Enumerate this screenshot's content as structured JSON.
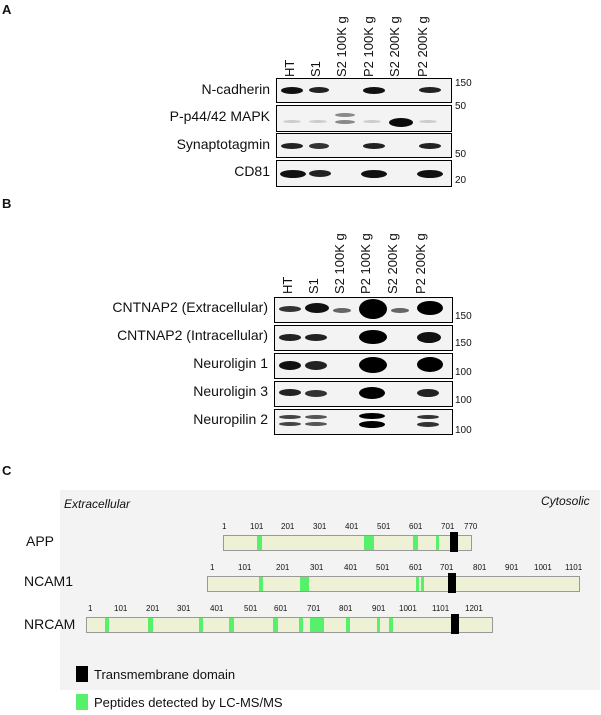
{
  "panelA": {
    "letter": "A",
    "lanes": [
      "HT",
      "S1",
      "S2 100K g",
      "P2 100K g",
      "S2 200K g",
      "P2 200K g"
    ],
    "rows": [
      {
        "label": "N-cadherin",
        "mw": "150"
      },
      {
        "label": "P-p44/42 MAPK",
        "mw": "50"
      },
      {
        "label": "Synaptotagmin",
        "mw": "50"
      },
      {
        "label": "CD81",
        "mw": "20"
      }
    ]
  },
  "panelB": {
    "letter": "B",
    "lanes": [
      "HT",
      "S1",
      "S2 100K g",
      "P2 100K g",
      "S2 200K g",
      "P2 200K g"
    ],
    "rows": [
      {
        "label": "CNTNAP2 (Extracellular)",
        "mw": "150"
      },
      {
        "label": "CNTNAP2 (Intracellular)",
        "mw": "150"
      },
      {
        "label": "Neuroligin 1",
        "mw": "100"
      },
      {
        "label": "Neuroligin 3",
        "mw": "100"
      },
      {
        "label": "Neuropilin 2",
        "mw": "100"
      }
    ]
  },
  "panelC": {
    "letter": "C",
    "extracellular": "Extracellular",
    "cytosolic": "Cytosolic",
    "proteins": [
      {
        "name": "APP",
        "ticks": [
          "1",
          "101",
          "201",
          "301",
          "401",
          "501",
          "601",
          "701",
          "770"
        ]
      },
      {
        "name": "NCAM1",
        "ticks": [
          "1",
          "101",
          "201",
          "301",
          "401",
          "501",
          "601",
          "701",
          "801",
          "901",
          "1001",
          "1101"
        ]
      },
      {
        "name": "NRCAM",
        "ticks": [
          "1",
          "101",
          "201",
          "301",
          "401",
          "501",
          "601",
          "701",
          "801",
          "901",
          "1001",
          "1101",
          "1201"
        ]
      }
    ],
    "legend": {
      "tm": "Transmembrane domain",
      "peptides": "Peptides detected by LC-MS/MS",
      "tm_color": "#000000",
      "pep_color": "#57f06b"
    }
  }
}
